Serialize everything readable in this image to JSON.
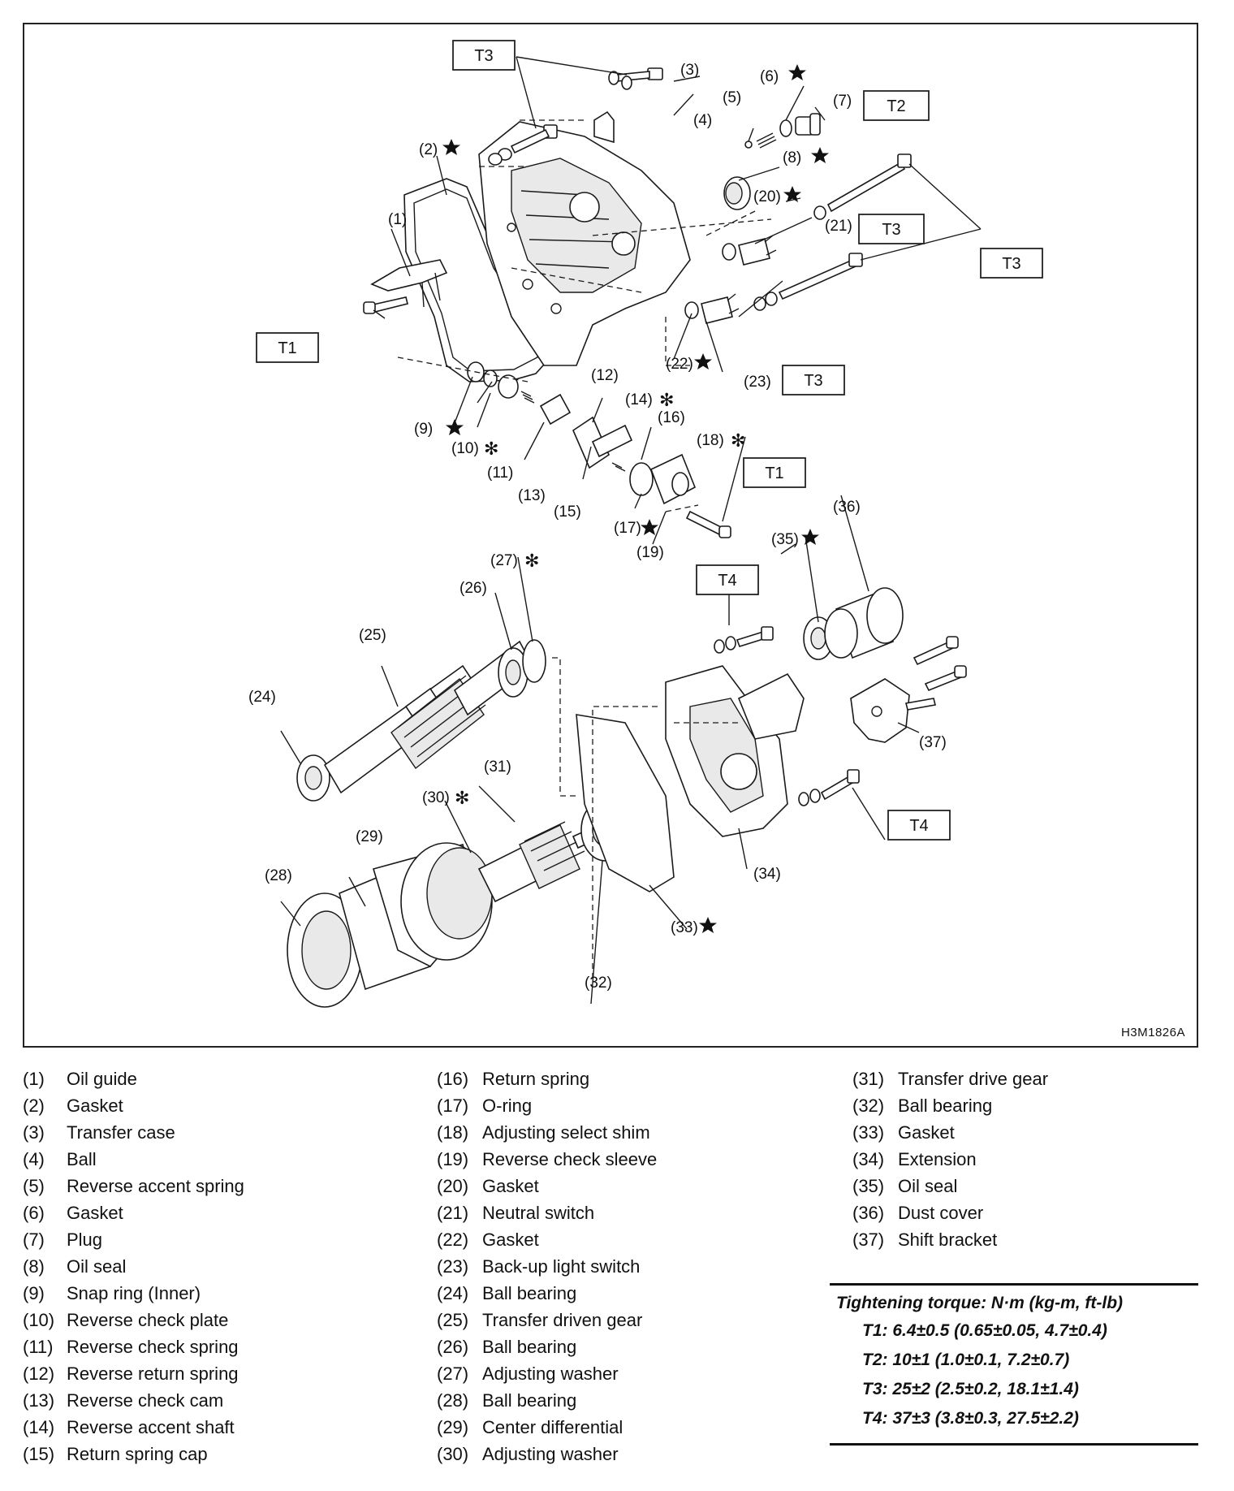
{
  "diagram": {
    "code": "H3M1826A",
    "callouts": [
      {
        "n": "(1)"
      },
      {
        "n": "(2)"
      },
      {
        "n": "(3)"
      },
      {
        "n": "(4)"
      },
      {
        "n": "(5)"
      },
      {
        "n": "(6)"
      },
      {
        "n": "(7)"
      },
      {
        "n": "(8)"
      },
      {
        "n": "(9)"
      },
      {
        "n": "(10)"
      },
      {
        "n": "(11)"
      },
      {
        "n": "(12)"
      },
      {
        "n": "(13)"
      },
      {
        "n": "(14)"
      },
      {
        "n": "(15)"
      },
      {
        "n": "(16)"
      },
      {
        "n": "(17)"
      },
      {
        "n": "(18)"
      },
      {
        "n": "(19)"
      },
      {
        "n": "(20)"
      },
      {
        "n": "(21)"
      },
      {
        "n": "(22)"
      },
      {
        "n": "(23)"
      },
      {
        "n": "(24)"
      },
      {
        "n": "(25)"
      },
      {
        "n": "(26)"
      },
      {
        "n": "(27)"
      },
      {
        "n": "(28)"
      },
      {
        "n": "(29)"
      },
      {
        "n": "(30)"
      },
      {
        "n": "(31)"
      },
      {
        "n": "(32)"
      },
      {
        "n": "(33)"
      },
      {
        "n": "(34)"
      },
      {
        "n": "(35)"
      },
      {
        "n": "(36)"
      },
      {
        "n": "(37)"
      }
    ],
    "torque_boxes": [
      "T3",
      "T2",
      "T3",
      "T3",
      "T1",
      "T3",
      "T1",
      "T4",
      "T4"
    ]
  },
  "legend": {
    "col1": [
      {
        "num": "(1)",
        "name": "Oil guide"
      },
      {
        "num": "(2)",
        "name": "Gasket"
      },
      {
        "num": "(3)",
        "name": "Transfer case"
      },
      {
        "num": "(4)",
        "name": "Ball"
      },
      {
        "num": "(5)",
        "name": "Reverse accent spring"
      },
      {
        "num": "(6)",
        "name": "Gasket"
      },
      {
        "num": "(7)",
        "name": "Plug"
      },
      {
        "num": "(8)",
        "name": "Oil seal"
      },
      {
        "num": "(9)",
        "name": "Snap ring (Inner)"
      },
      {
        "num": "(10)",
        "name": "Reverse check plate"
      },
      {
        "num": "(11)",
        "name": "Reverse check spring"
      },
      {
        "num": "(12)",
        "name": "Reverse return spring"
      },
      {
        "num": "(13)",
        "name": "Reverse check cam"
      },
      {
        "num": "(14)",
        "name": "Reverse accent shaft"
      },
      {
        "num": "(15)",
        "name": "Return spring cap"
      }
    ],
    "col2": [
      {
        "num": "(16)",
        "name": "Return spring"
      },
      {
        "num": "(17)",
        "name": "O-ring"
      },
      {
        "num": "(18)",
        "name": "Adjusting select shim"
      },
      {
        "num": "(19)",
        "name": "Reverse check sleeve"
      },
      {
        "num": "(20)",
        "name": "Gasket"
      },
      {
        "num": "(21)",
        "name": "Neutral switch"
      },
      {
        "num": "(22)",
        "name": "Gasket"
      },
      {
        "num": "(23)",
        "name": "Back-up light switch"
      },
      {
        "num": "(24)",
        "name": "Ball bearing"
      },
      {
        "num": "(25)",
        "name": "Transfer driven gear"
      },
      {
        "num": "(26)",
        "name": "Ball bearing"
      },
      {
        "num": "(27)",
        "name": "Adjusting washer"
      },
      {
        "num": "(28)",
        "name": "Ball bearing"
      },
      {
        "num": "(29)",
        "name": "Center differential"
      },
      {
        "num": "(30)",
        "name": "Adjusting washer"
      }
    ],
    "col3": [
      {
        "num": "(31)",
        "name": "Transfer drive gear"
      },
      {
        "num": "(32)",
        "name": "Ball bearing"
      },
      {
        "num": "(33)",
        "name": "Gasket"
      },
      {
        "num": "(34)",
        "name": "Extension"
      },
      {
        "num": "(35)",
        "name": "Oil seal"
      },
      {
        "num": "(36)",
        "name": "Dust cover"
      },
      {
        "num": "(37)",
        "name": "Shift bracket"
      }
    ]
  },
  "torque": {
    "title": "Tightening torque: N·m (kg-m, ft-lb)",
    "rows": [
      "T1: 6.4±0.5 (0.65±0.05, 4.7±0.4)",
      "T2: 10±1 (1.0±0.1, 7.2±0.7)",
      "T3: 25±2 (2.5±0.2, 18.1±1.4)",
      "T4: 37±3 (3.8±0.3, 27.5±2.2)"
    ]
  }
}
